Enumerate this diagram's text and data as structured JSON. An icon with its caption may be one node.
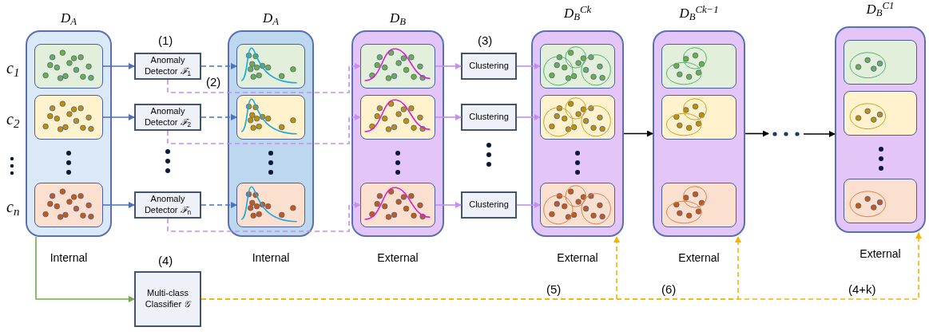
{
  "diagram": {
    "nodes": [
      {
        "text": [
          "D$_{A}$"
        ],
        "beside": [
          "Internal"
        ]
      },
      {
        "text": [],
        "shape": "box",
        "in": 0
      },
      {
        "text": [],
        "shape": "box",
        "in": 0
      },
      {
        "text": [],
        "shape": "box",
        "in": 0
      },
      {
        "text": [
          "Anomaly Detector *ℱ*$_{1}$"
        ]
      },
      {
        "text": [
          "Anomaly Detector *ℱ*$_{2}$"
        ]
      },
      {
        "text": [
          "Anomaly Detector *ℱ*$_{n}$"
        ]
      },
      {
        "text": [
          "D$_{A}$"
        ],
        "beside": [
          "Internal"
        ]
      },
      {
        "text": [],
        "shape": "box",
        "in": 7
      },
      {
        "text": [],
        "shape": "box",
        "in": 7
      },
      {
        "text": [],
        "shape": "box",
        "in": 7
      },
      {
        "text": [
          "D$_{B}$"
        ],
        "beside": [
          "External"
        ]
      },
      {
        "text": [],
        "shape": "box",
        "in": 11
      },
      {
        "text": [],
        "shape": "box",
        "in": 11
      },
      {
        "text": [],
        "shape": "box",
        "in": 11
      },
      {
        "text": [
          "Clustering"
        ]
      },
      {
        "text": [
          "Clustering"
        ]
      },
      {
        "text": [
          "Clustering"
        ]
      },
      {
        "text": [
          "D$_{B}$$^{Ck}$"
        ],
        "beside": [
          "External"
        ]
      },
      {
        "text": [],
        "shape": "box",
        "in": 18
      },
      {
        "text": [],
        "shape": "box",
        "in": 18
      },
      {
        "text": [],
        "shape": "box",
        "in": 18
      },
      {
        "text": [
          "D$_{B}$$^{Ck−1}$"
        ],
        "beside": [
          "External"
        ]
      },
      {
        "text": [],
        "shape": "box",
        "in": 22
      },
      {
        "text": [],
        "shape": "box",
        "in": 22
      },
      {
        "text": [],
        "shape": "box",
        "in": 22
      },
      {
        "text": [],
        "shape": "ellipsis"
      },
      {
        "text": [
          "D$_{B}$$^{C1}$"
        ],
        "beside": [
          "External"
        ]
      },
      {
        "text": [],
        "shape": "box",
        "in": 27
      },
      {
        "text": [],
        "shape": "box",
        "in": 27
      },
      {
        "text": [],
        "shape": "box",
        "in": 27
      },
      {
        "text": [
          "Multi-class Classifier *𝒢*"
        ]
      }
    ],
    "edges": [
      {
        "from": 1,
        "to": 4,
        "arrow": "to",
        "color": "#4472c4"
      },
      {
        "from": 2,
        "to": 5,
        "arrow": "to",
        "color": "#4472c4"
      },
      {
        "from": 3,
        "to": 6,
        "arrow": "to",
        "color": "#4472c4"
      },
      {
        "from": 4,
        "to": 8,
        "arrow": "to",
        "style": "dashed",
        "color": "#4472c4"
      },
      {
        "from": 5,
        "to": 9,
        "arrow": "to",
        "style": "dashed",
        "color": "#4472c4"
      },
      {
        "from": 6,
        "to": 10,
        "arrow": "to",
        "style": "dashed",
        "color": "#4472c4"
      },
      {
        "from": 4,
        "to": 12,
        "arrow": "to",
        "style": "dashed"
      },
      {
        "from": 5,
        "to": 13,
        "arrow": "to",
        "style": "dashed"
      },
      {
        "from": 6,
        "to": 14,
        "arrow": "to",
        "style": "dashed"
      },
      {
        "from": 12,
        "to": 15,
        "arrow": "to"
      },
      {
        "from": 13,
        "to": 16,
        "arrow": "to"
      },
      {
        "from": 14,
        "to": 17,
        "arrow": "to"
      },
      {
        "from": 15,
        "to": 19,
        "arrow": "to"
      },
      {
        "from": 16,
        "to": 20,
        "arrow": "to"
      },
      {
        "from": 17,
        "to": 21,
        "arrow": "to"
      },
      {
        "from": 18,
        "to": 22,
        "arrow": "to",
        "color": "#000000"
      },
      {
        "from": 22,
        "to": 26,
        "arrow": "to",
        "color": "#000000"
      },
      {
        "from": 26,
        "to": 27,
        "arrow": "to",
        "color": "#000000"
      },
      {
        "from": 0,
        "to": 31,
        "arrow": "to",
        "color": "#70ad47"
      },
      {
        "from": 31,
        "to": 18,
        "arrow": "to",
        "style": "dashed",
        "color": "#f4b400"
      },
      {
        "from": 31,
        "to": 22,
        "arrow": "to",
        "style": "dashed",
        "color": "#f4b400"
      },
      {
        "from": 31,
        "to": 27,
        "arrow": "to",
        "style": "dashed",
        "color": "#f4b400"
      }
    ],
    "labels": [
      "c$_{1}$",
      "c$_{2}$",
      "c$_{n}$",
      "(1)",
      "(2)",
      "(3)",
      "(4)",
      "(5)",
      "(6)",
      "(4+k)"
    ]
  }
}
